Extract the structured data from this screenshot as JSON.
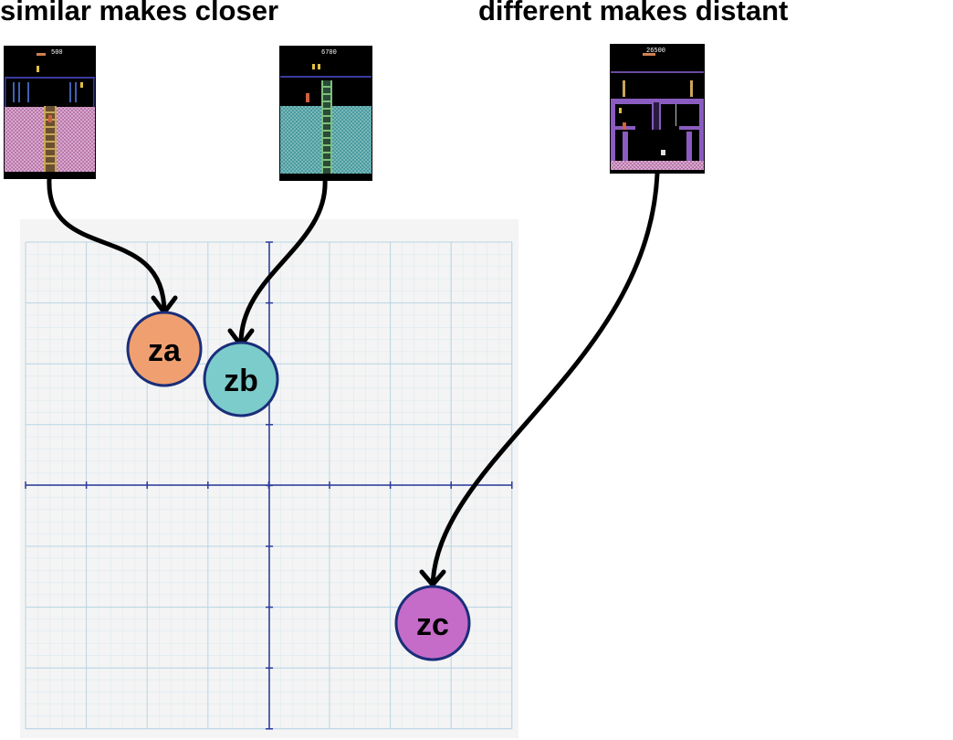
{
  "headings": {
    "left": "similar makes closer",
    "right": "different makes distant"
  },
  "frames": [
    {
      "id": "frame-a",
      "score": "500",
      "floor": "pink-checker",
      "ladder_color": "#c9a657"
    },
    {
      "id": "frame-b",
      "score": "6700",
      "floor": "teal-checker",
      "ladder_color": "#7cc07a"
    },
    {
      "id": "frame-c",
      "score": "26500",
      "floor": "purple-room",
      "ladder_color": "#8a5cc0"
    }
  ],
  "embeddings": [
    {
      "label": "za",
      "color": "#f0a070",
      "source": "frame-a"
    },
    {
      "label": "zb",
      "color": "#7ccccc",
      "source": "frame-b"
    },
    {
      "label": "zc",
      "color": "#c46cc8",
      "source": "frame-c"
    }
  ],
  "colors": {
    "node_border": "#1a2e7a",
    "axis": "#2a3a9a",
    "grid_minor": "#d8e8f0",
    "grid_major": "#b8d4e4",
    "panel": "#f4f4f4",
    "arrow": "#000000"
  }
}
